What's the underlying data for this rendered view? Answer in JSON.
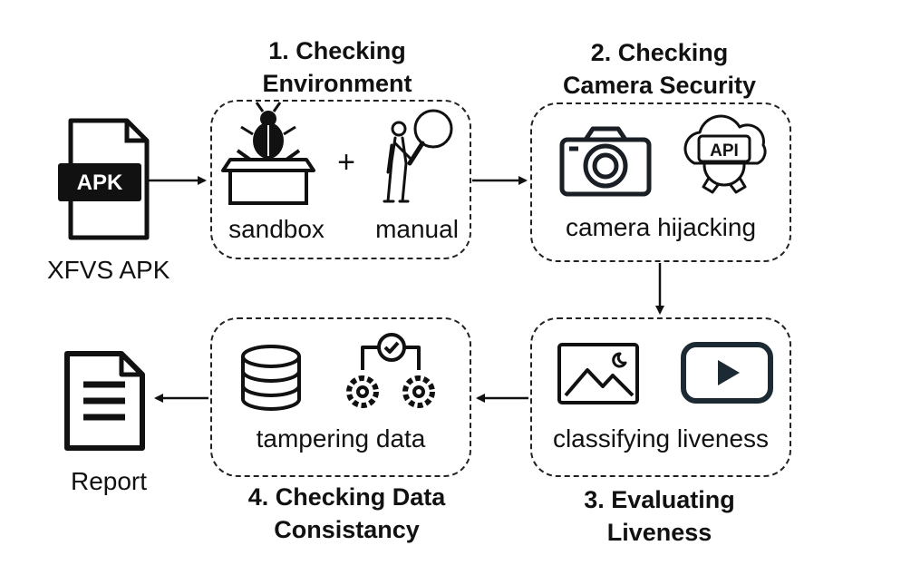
{
  "input": {
    "label": "XFVS APK",
    "icon_text": "APK",
    "icon": "apk-file-icon"
  },
  "steps": [
    {
      "title": "1. Checking\nEnvironment",
      "items": [
        "sandbox",
        "manual"
      ],
      "plus": "+",
      "icons": [
        "bug-in-box-icon",
        "person-magnifier-icon"
      ]
    },
    {
      "title": "2. Checking\nCamera Security",
      "items": [
        "camera hijacking"
      ],
      "api_text": "API",
      "icons": [
        "camera-icon",
        "api-gear-icon"
      ]
    },
    {
      "title": "3. Evaluating\nLiveness",
      "items": [
        "classifying liveness"
      ],
      "icons": [
        "image-icon",
        "video-play-icon"
      ]
    },
    {
      "title": "4. Checking Data\nConsistancy",
      "items": [
        "tampering data"
      ],
      "icons": [
        "database-icon",
        "gears-check-icon"
      ]
    }
  ],
  "output": {
    "label": "Report",
    "icon": "report-document-icon"
  }
}
